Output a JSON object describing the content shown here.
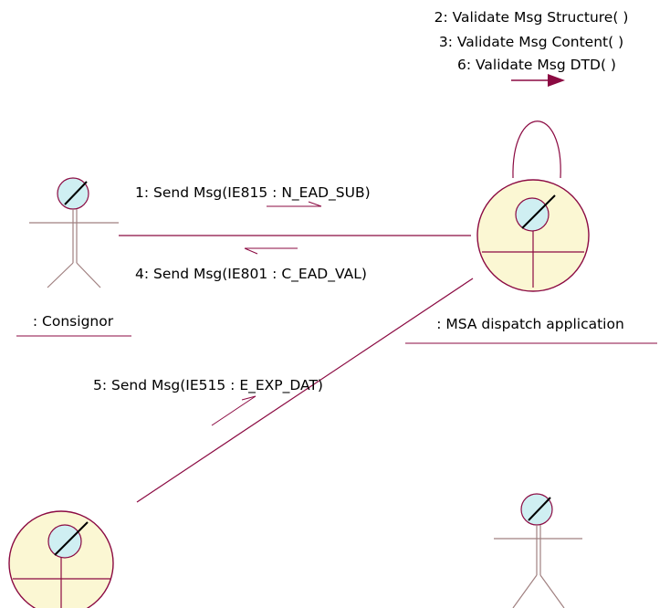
{
  "colors": {
    "line": "#8b0a42",
    "actor_outline": "#a08080",
    "head_fill": "#cfeff2",
    "object_fill": "#fbf7d3",
    "needle": "#000000"
  },
  "objects": {
    "consignor": {
      "label": ": Consignor",
      "kind": "actor"
    },
    "msa_dispatch": {
      "label": ": MSA dispatch application",
      "kind": "control"
    },
    "lower_left": {
      "label": "",
      "kind": "control"
    },
    "lower_right": {
      "label": "",
      "kind": "actor"
    }
  },
  "messages": {
    "m1": "1: Send Msg(IE815 : N_EAD_SUB)",
    "m4": "4: Send Msg(IE801 : C_EAD_VAL)",
    "m5": "5: Send Msg(IE515 : E_EXP_DAT)",
    "self_calls": [
      "2: Validate Msg Structure( )",
      "3: Validate Msg Content( )",
      "6: Validate Msg DTD( )"
    ]
  }
}
